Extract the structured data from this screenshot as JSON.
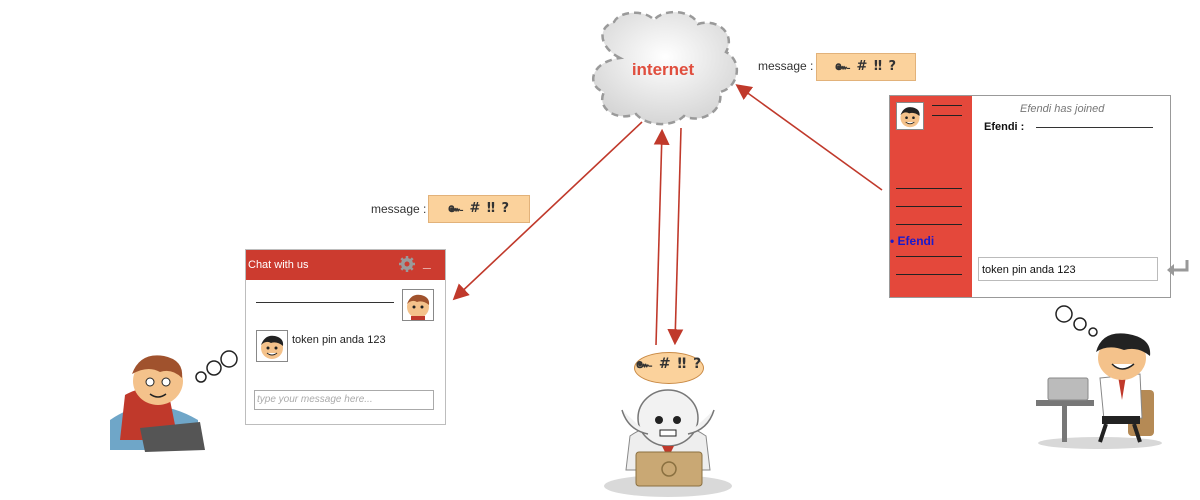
{
  "cloud": {
    "label": "internet"
  },
  "message_top": {
    "label": "message :",
    "payload": "๛ # ‼ ?"
  },
  "message_left": {
    "label": "message :",
    "payload": "๛ # ‼ ?"
  },
  "left_chat": {
    "title": "Chat with us",
    "minimize": "_",
    "message": "token pin anda 123",
    "input_placeholder": "type your message here..."
  },
  "right_chat": {
    "joined_notice": "Efendi has joined",
    "sender": "Efendi :",
    "sidebar_user": "• Efendi",
    "input_value": "token pin anda 123"
  },
  "hacker_thought": "๛ # ‼ ?",
  "colors": {
    "accent_red": "#e4483b",
    "arrow_red": "#c0392b",
    "payload_bg": "#fbd29c"
  }
}
